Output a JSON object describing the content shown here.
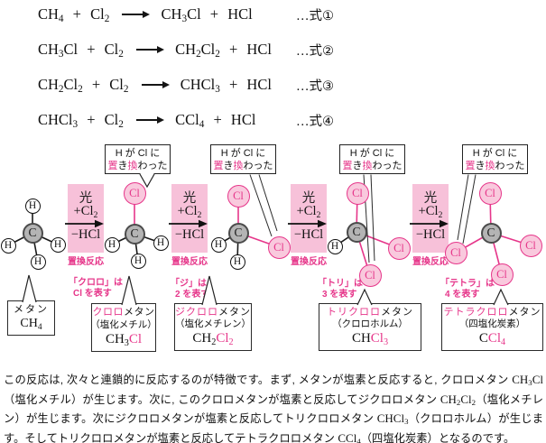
{
  "colors": {
    "accent_pink": "#e6368a",
    "panel_pink": "#f7c1d9",
    "chlorine_fill": "#f9c9dd",
    "carbon_fill": "#b4b4b4"
  },
  "equations": [
    {
      "formula": "CH_4_ + Cl_2_ ⟶ CH_3_Cl + HCl",
      "label": "…式①"
    },
    {
      "formula": "CH_3_Cl + Cl_2_ ⟶ CH_2_Cl_2_ + HCl",
      "label": "…式②"
    },
    {
      "formula": "CH_2_Cl_2_ + Cl_2_ ⟶ CHCl_3_ + HCl",
      "label": "…式③"
    },
    {
      "formula": "CHCl_3_ + Cl_2_ ⟶ CCl_4_ + HCl",
      "label": "…式④"
    }
  ],
  "arrow_box": {
    "light": "光",
    "reagent": "+Cl_2_",
    "byproduct": "−HCl",
    "caption": "置換反応"
  },
  "callout": {
    "line1": "H が Cl に",
    "line2": "{置}き{換}わった"
  },
  "molecules": [
    {
      "atoms": [
        "C",
        "H",
        "H",
        "H",
        "H"
      ]
    },
    {
      "atoms": [
        "C",
        "Cl",
        "H",
        "H",
        "H"
      ]
    },
    {
      "atoms": [
        "C",
        "Cl",
        "Cl",
        "H",
        "H"
      ]
    },
    {
      "atoms": [
        "C",
        "Cl",
        "Cl",
        "Cl",
        "H"
      ]
    },
    {
      "atoms": [
        "C",
        "Cl",
        "Cl",
        "Cl",
        "Cl"
      ]
    }
  ],
  "labels": [
    {
      "title": "メタン",
      "subtitle": "",
      "formula": "CH_4_",
      "note1": "",
      "note2": ""
    },
    {
      "title": "{クロロ}メタン",
      "subtitle": "（塩化メチル）",
      "formula": "CH_3_{Cl}",
      "note1": "「クロロ」は",
      "note2": "Cl を表す"
    },
    {
      "title": "{ジクロロ}メタン",
      "subtitle": "（塩化メチレン）",
      "formula": "CH_2_{Cl_2_}",
      "note1": "「ジ」は",
      "note2": "2 を表す"
    },
    {
      "title": "{トリクロロ}メタン",
      "subtitle": "（クロロホルム）",
      "formula": "CH{Cl_3_}",
      "note1": "「トリ」は",
      "note2": "3 を表す"
    },
    {
      "title": "{テトラクロロ}メタン",
      "subtitle": "（四塩化炭素）",
      "formula": "C{Cl_4_}",
      "note1": "「テトラ」は",
      "note2": "4 を表す"
    }
  ],
  "paragraph": "この反応は, 次々と連鎖的に反応するのが特徴です。まず, メタンが塩素と反応すると, クロロメタン ⟪CH_3_Cl⟫（塩化メチル）が生じます。次に, このクロロメタンが塩素と反応してジクロロメタン ⟪CH_2_Cl_2_⟫（塩化メチレン）が生じます。次にジクロロメタンが塩素と反応してトリクロロメタン ⟪CHCl_3_⟫（クロロホルム）が生じます。そしてトリクロロメタンが塩素と反応してテトラクロロメタン ⟪CCl_4_⟫（四塩化炭素）となるのです。"
}
